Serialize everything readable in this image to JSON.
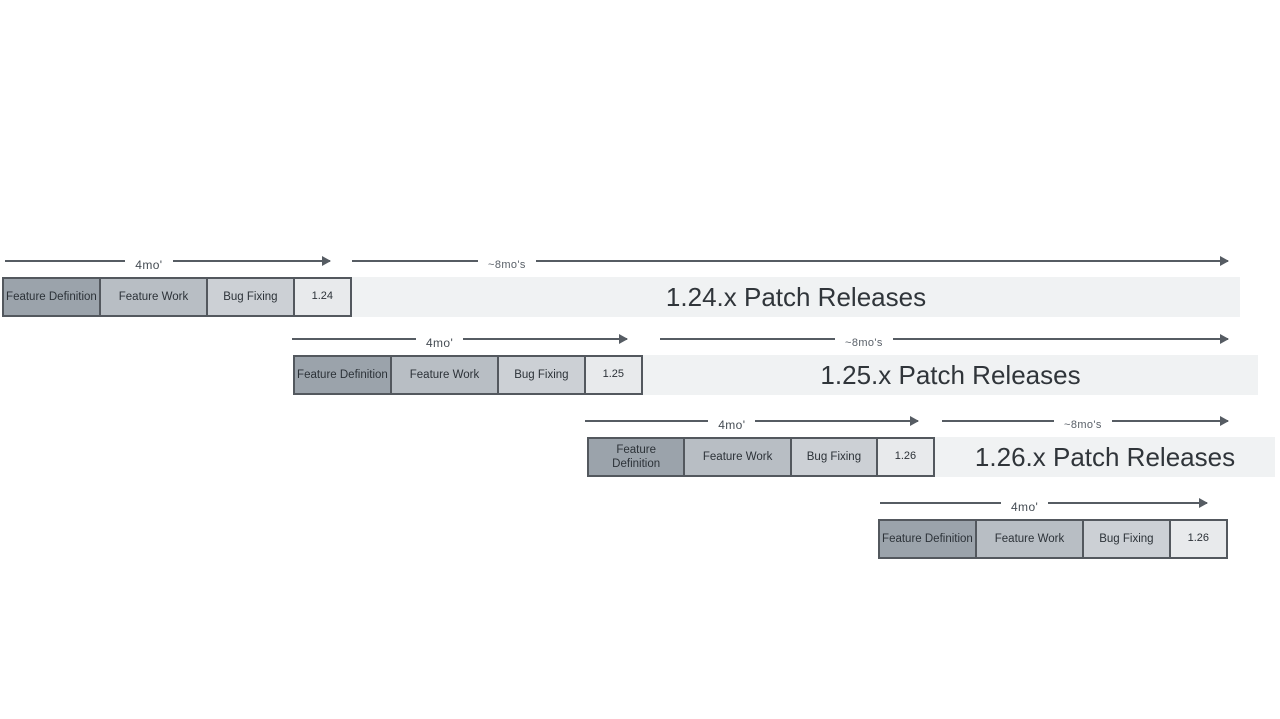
{
  "icons": {
    "arrowhead": "right-pointing-triangle"
  },
  "colors": {
    "background": "#ffffff",
    "feature_definition_fill": "#9ba3ab",
    "feature_work_fill": "#b8bec4",
    "bug_fixing_fill": "#ccd0d5",
    "version_fill": "#e8eaec",
    "box_border": "#53585e",
    "patch_band_fill": "#f0f2f3",
    "arrow_line": "#565c63",
    "band_text": "#30353a"
  },
  "rows": [
    {
      "version": "1.24",
      "cycle_arrow_label": "4mo'",
      "patch_arrow_label": "~8mo's",
      "phases": [
        {
          "label": "Feature Definition"
        },
        {
          "label": "Feature Work"
        },
        {
          "label": "Bug Fixing"
        }
      ],
      "patch_band_text": "1.24.x Patch Releases"
    },
    {
      "version": "1.25",
      "cycle_arrow_label": "4mo'",
      "patch_arrow_label": "~8mo's",
      "phases": [
        {
          "label": "Feature Definition"
        },
        {
          "label": "Feature Work"
        },
        {
          "label": "Bug Fixing"
        }
      ],
      "patch_band_text": "1.25.x Patch Releases"
    },
    {
      "version": "1.26",
      "cycle_arrow_label": "4mo'",
      "patch_arrow_label": "~8mo's",
      "phases": [
        {
          "label": "Feature Definition"
        },
        {
          "label": "Feature Work"
        },
        {
          "label": "Bug Fixing"
        }
      ],
      "patch_band_text": "1.26.x Patch Releases"
    },
    {
      "version": "1.26",
      "cycle_arrow_label": "4mo'",
      "phases": [
        {
          "label": "Feature Definition"
        },
        {
          "label": "Feature Work"
        },
        {
          "label": "Bug Fixing"
        }
      ]
    }
  ]
}
